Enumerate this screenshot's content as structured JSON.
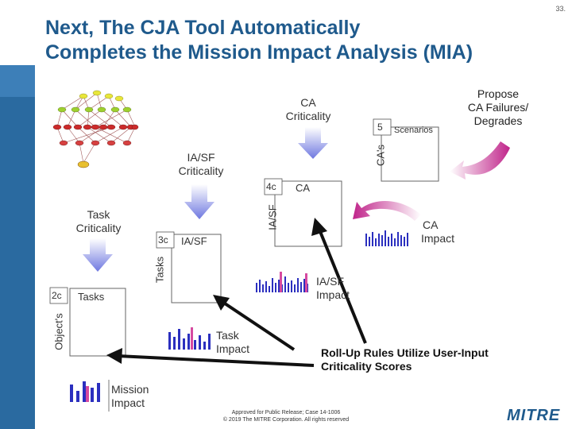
{
  "slide": {
    "number": "33.",
    "title_line1": "Next, The CJA Tool Automatically",
    "title_line2": "Completes the Mission Impact Analysis (MIA)"
  },
  "criticality": {
    "ca_line1": "CA",
    "ca_line2": "Criticality",
    "iasf_line1": "IA/SF",
    "iasf_line2": "Criticality",
    "task_line1": "Task",
    "task_line2": "Criticality"
  },
  "boxes": {
    "scenarios": {
      "number": "5",
      "label": "Scenarios",
      "side": "CA's"
    },
    "ca": {
      "number": "4c",
      "label": "CA",
      "side": "IA/SF"
    },
    "iasf": {
      "number": "3c",
      "label": "IA/SF",
      "side": "Tasks"
    },
    "tasks": {
      "number": "2c",
      "label": "Tasks",
      "side": "Object's"
    }
  },
  "impacts": {
    "ca_line1": "CA",
    "ca_line2": "Impact",
    "iasf_line1": "IA/SF",
    "iasf_line2": "Impact",
    "task_line1": "Task",
    "task_line2": "Impact",
    "mission_line1": "Mission",
    "mission_line2": "Impact"
  },
  "propose": {
    "line1": "Propose",
    "line2": "CA Failures/",
    "line3": "Degrades"
  },
  "rollup": {
    "line1": "Roll-Up Rules Utilize User-Input",
    "line2": "Criticality Scores"
  },
  "footer": {
    "line1": "Approved for Public Release; Case 14-1006",
    "line2": "© 2019 The MITRE Corporation. All rights reserved"
  },
  "logo": "MITRE",
  "colors": {
    "title": "#1f5a8c",
    "sidebar": "#2a6aa0",
    "down_arrow": "#6f78e0",
    "pink_arrow": "#c0248a",
    "bar_blue": "#2b2fbf",
    "bar_pink": "#d64aa0"
  }
}
